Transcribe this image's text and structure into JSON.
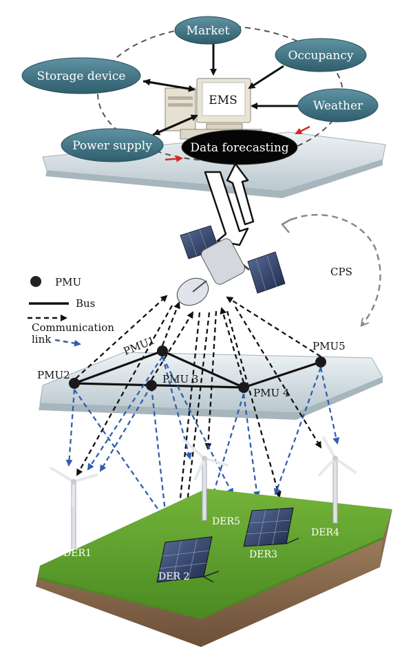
{
  "ems": {
    "center": "EMS",
    "market": "Market",
    "occupancy": "Occupancy",
    "storage": "Storage device",
    "weather": "Weather",
    "power": "Power supply",
    "forecast": "Data forecasting"
  },
  "cps": "CPS",
  "legend": {
    "pmu": "PMU",
    "bus": "Bus",
    "comm_line1": "Communication",
    "comm_line2": "link"
  },
  "pmus": {
    "pmu1": "PMU1",
    "pmu2": "PMU2",
    "pmu3": "PMU 3",
    "pmu4": "PMU 4",
    "pmu5": "PMU5"
  },
  "ders": {
    "der1": "DER1",
    "der2": "DER 2",
    "der3": "DER3",
    "der4": "DER4",
    "der5": "DER5"
  },
  "colors": {
    "node_fill": "#3f6f7f",
    "blue_link": "#2f5fae",
    "black_link": "#111111",
    "grass": "#5e9e2e",
    "soil": "#8a6a4e",
    "platform": "#c9d3d8"
  }
}
